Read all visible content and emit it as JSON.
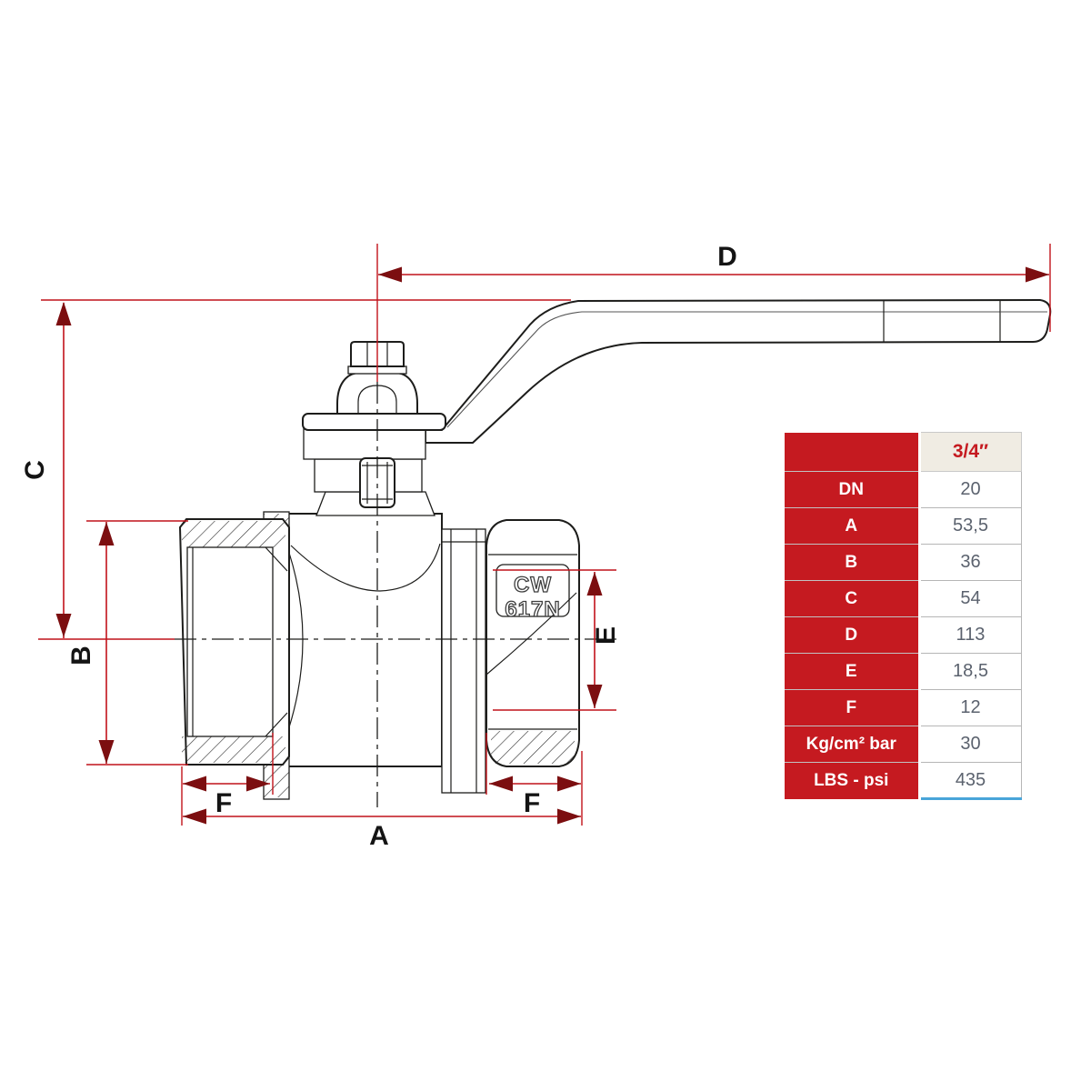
{
  "drawing": {
    "dim_labels": {
      "a": "A",
      "b": "B",
      "c": "C",
      "d": "D",
      "e": "E",
      "f_left": "F",
      "f_right": "F"
    },
    "body_marking": {
      "line1": "CW",
      "line2": "617N"
    },
    "accent_line_color": "#c1121a",
    "arrow_color": "#7c0e10"
  },
  "table": {
    "header": {
      "size_label": "3/4″"
    },
    "rows": [
      {
        "label": "DN",
        "value": "20"
      },
      {
        "label": "A",
        "value": "53,5"
      },
      {
        "label": "B",
        "value": "36"
      },
      {
        "label": "C",
        "value": "54"
      },
      {
        "label": "D",
        "value": "113"
      },
      {
        "label": "E",
        "value": "18,5"
      },
      {
        "label": "F",
        "value": "12"
      },
      {
        "label": "Kg/cm² bar",
        "value": "30"
      },
      {
        "label": "LBS - psi",
        "value": "435"
      }
    ],
    "accent_red": "#c51a20",
    "header_bg": "#f0ece3",
    "value_color": "#5b626e",
    "underline_blue": "#49a5d9"
  }
}
